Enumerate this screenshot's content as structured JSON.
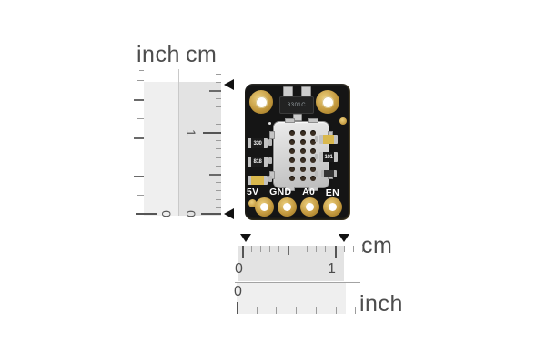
{
  "rulers": {
    "vertical": {
      "inch_label": "inch",
      "cm_label": "cm",
      "inch_zero": "0",
      "cm_zero": "0",
      "cm_one": "1"
    },
    "horizontal_cm": {
      "unit_label": "cm",
      "zero": "0",
      "one": "1"
    },
    "horizontal_inch": {
      "unit_label": "inch",
      "zero": "0"
    }
  },
  "board": {
    "pins": [
      "5V",
      "GND",
      "A0",
      "EN"
    ],
    "regulator_marking": "8301C",
    "left_resistor_top_marking": "330",
    "left_resistor_mid_marking": "818",
    "right_resistor_marking": "101"
  },
  "colors": {
    "text": "#4d4d4d",
    "tick_major": "#555555",
    "tick_minor": "#9b9b9b",
    "ruler_light": "#efefef",
    "ruler_mid": "#e3e3e3",
    "marker": "#111111",
    "board": "#151515",
    "gold": "#c49a3f",
    "gold_light": "#ecd07f",
    "sensor": "#d6d6d6",
    "yellow": "#d9b84e"
  }
}
